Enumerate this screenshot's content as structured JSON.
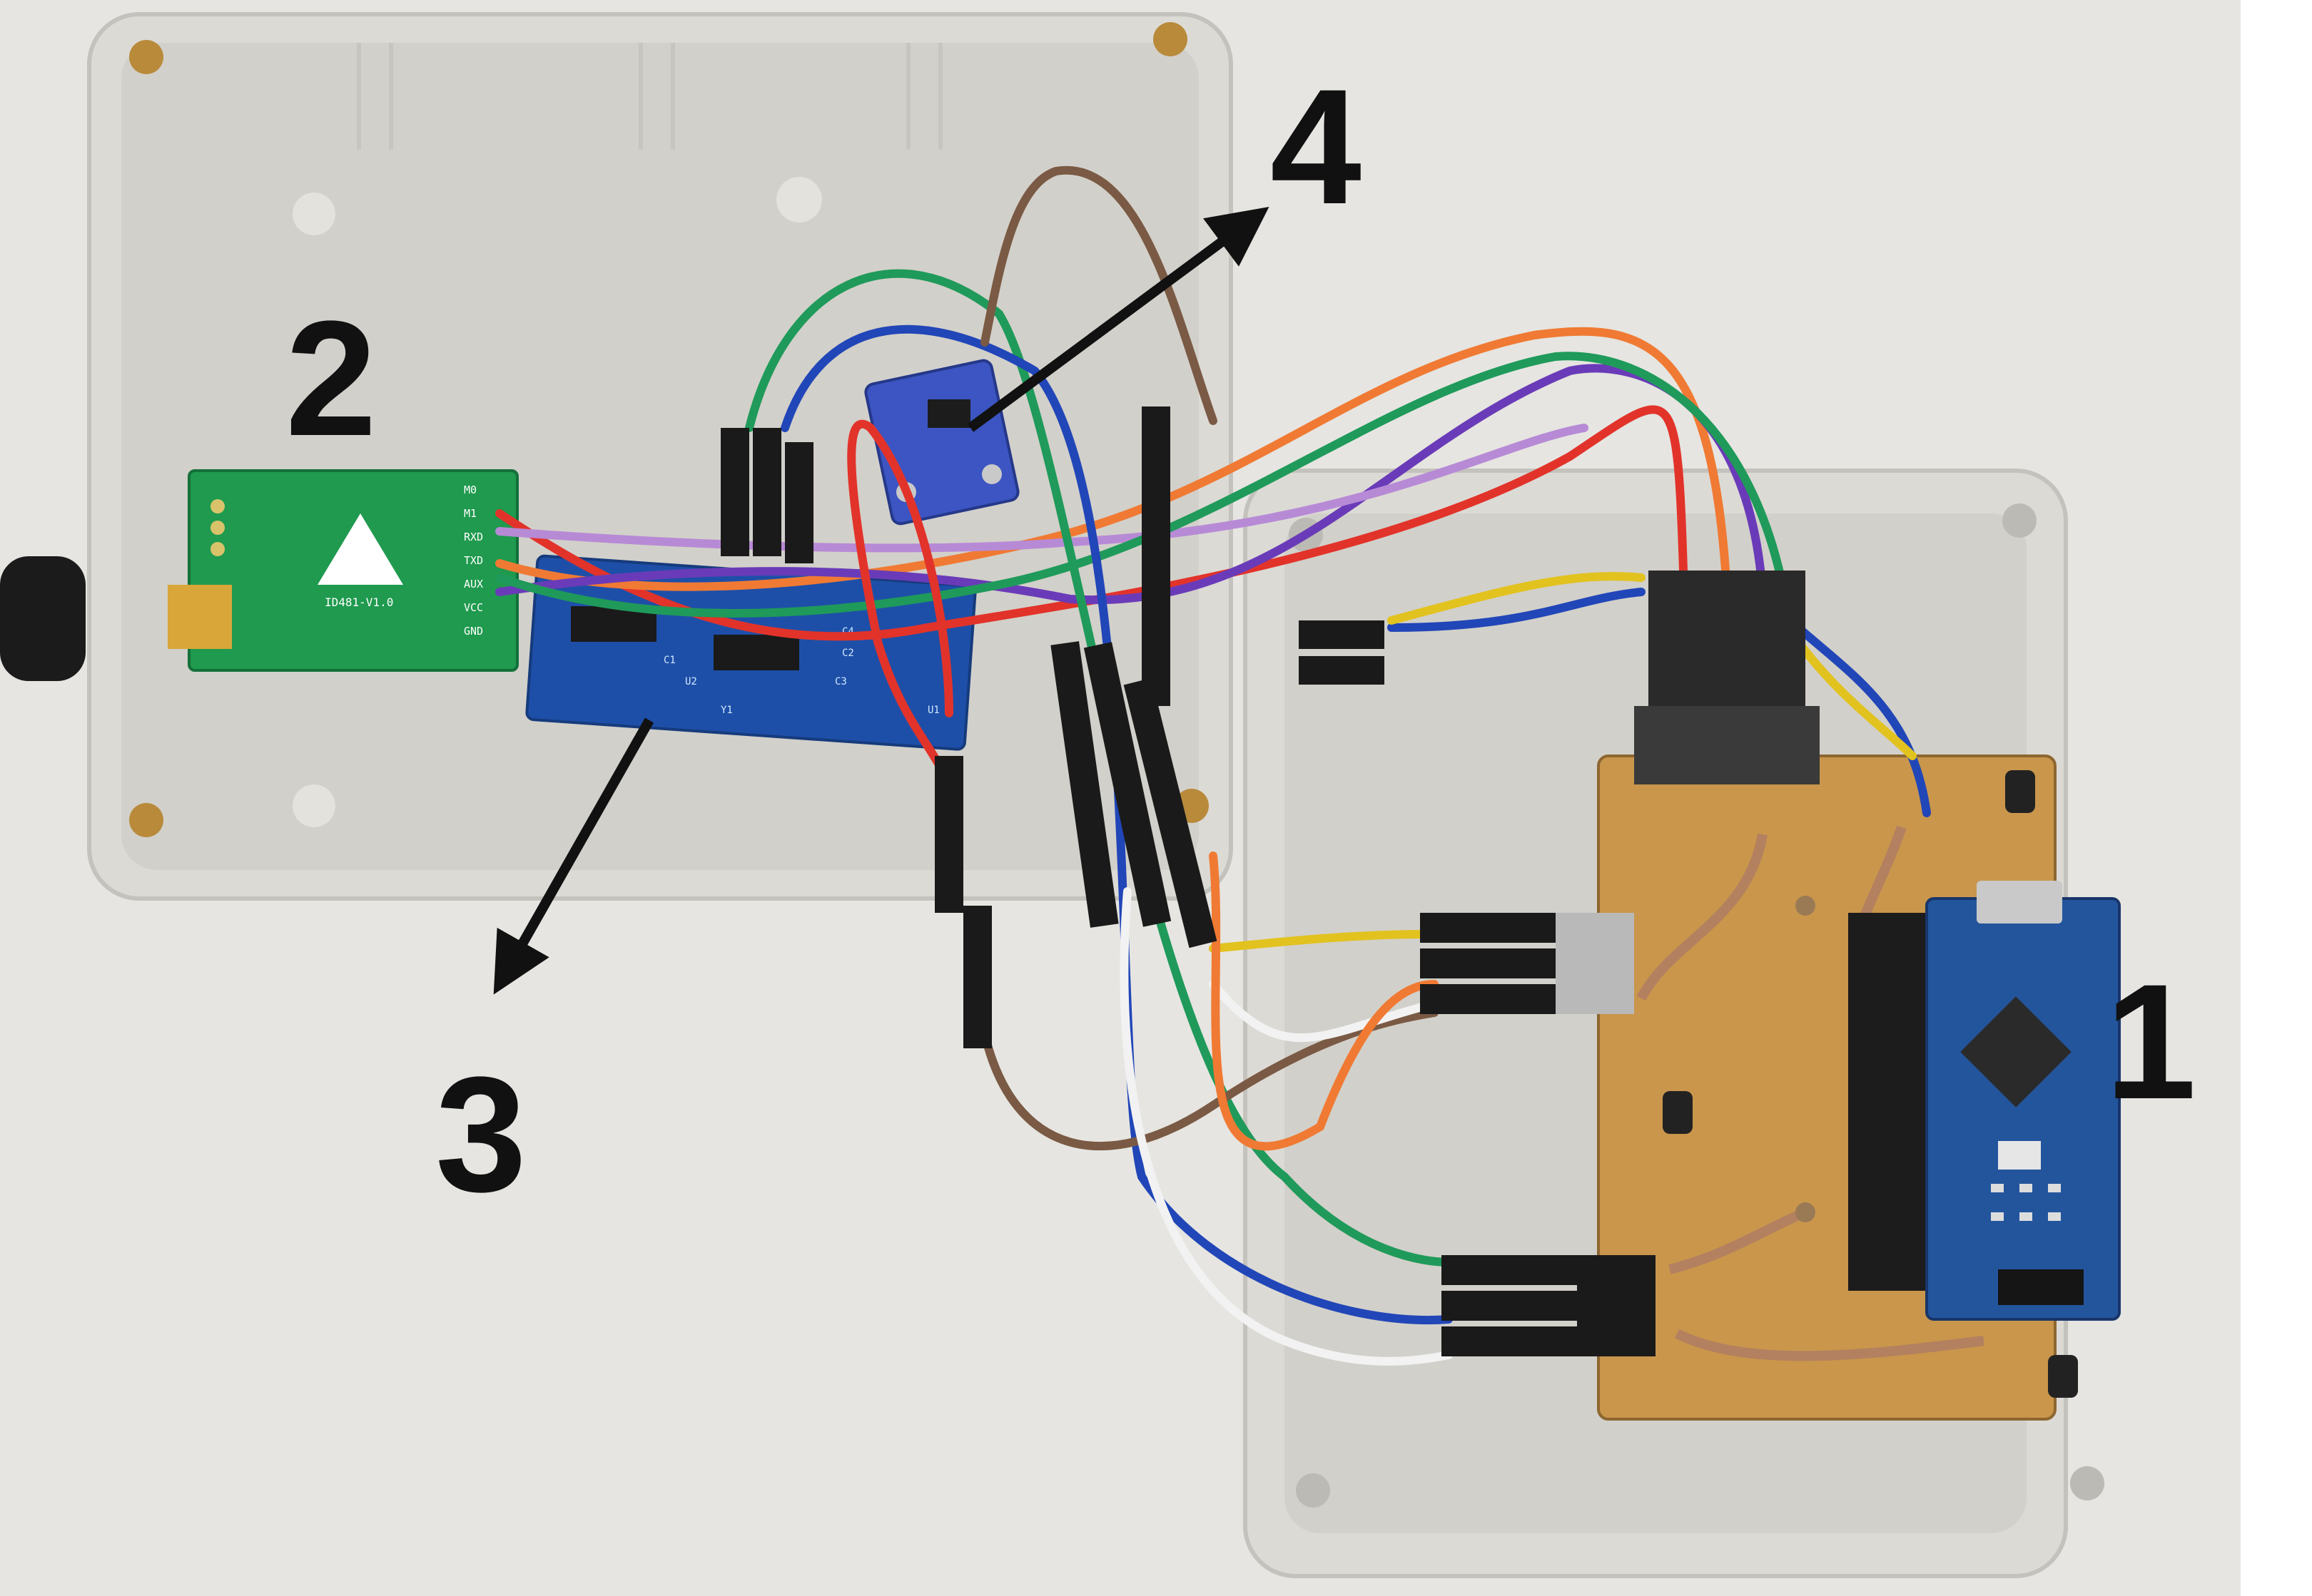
{
  "callouts": {
    "one": "1",
    "two": "2",
    "three": "3",
    "four": "4"
  },
  "radio_module": {
    "model": "ID481-V1.0",
    "pins": [
      "M0",
      "M1",
      "RXD",
      "TXD",
      "AUX",
      "VCC",
      "GND"
    ]
  },
  "level_shifter": {
    "silk": [
      "Y1",
      "C1",
      "C2",
      "U2",
      "U1",
      "C3",
      "C4"
    ]
  },
  "colors": {
    "wall": "#e6e5e1",
    "enclosure": "#dcdad5",
    "enclosure_inner": "#d2d0ca",
    "pcb_green": "#1f9a4e",
    "pcb_blue": "#1e4fa8",
    "copper_board": "#c9964c",
    "arduino_blue": "#23559c",
    "wire_red": "#e2332a",
    "wire_orange": "#f07a33",
    "wire_green": "#1f9a5a",
    "wire_blue": "#2146b8",
    "wire_purple": "#6a3bb8",
    "wire_lilac": "#b78ad6",
    "wire_brown": "#7a5a44",
    "wire_yellow": "#e2c21e",
    "wire_white": "#f2f2f2",
    "arrow": "#111111"
  }
}
